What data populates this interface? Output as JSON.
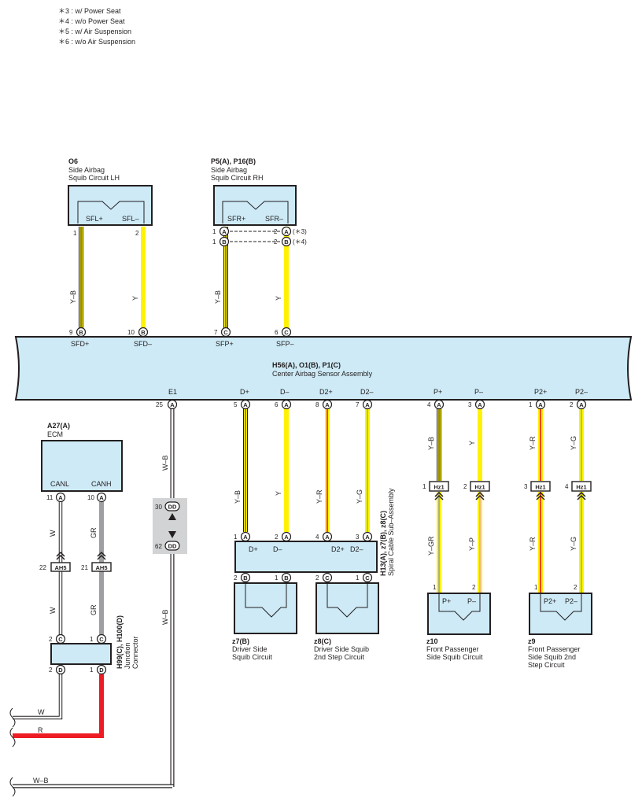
{
  "notes": [
    "＊3 : w/ Power Seat",
    "＊4 : w/o Power Seat",
    "＊5 : w/ Air Suspension",
    "＊6 : w/o Air Suspension"
  ],
  "components": {
    "o6": {
      "code": "O6",
      "name1": "Side Airbag",
      "name2": "Squib Circuit LH",
      "term1": "SFL+",
      "term2": "SFL–",
      "pin1": "1",
      "pin2": "2"
    },
    "p5": {
      "code": "P5(A), P16(B)",
      "name1": "Side Airbag",
      "name2": "Squib Circuit RH",
      "term1": "SFR+",
      "term2": "SFR–",
      "pinA1": "1",
      "pinA2": "2",
      "pinB1": "1",
      "pinB2": "2",
      "connA": "A",
      "connB": "B",
      "optA": "(＊3)",
      "optB": "(＊4)"
    },
    "center": {
      "code": "H56(A), O1(B), P1(C)",
      "name": "Center Airbag Sensor Assembly"
    },
    "ecm": {
      "code": "A27(A)",
      "name": "ECM",
      "term1": "CANL",
      "term2": "CANH",
      "pin1": "11",
      "pin2": "10"
    },
    "spiral": {
      "code": "H13(A), z7(B), z8(C)",
      "name": "Spiral Cable Sub–Assembly"
    },
    "z7": {
      "code": "z7(B)",
      "name1": "Driver Side",
      "name2": "Squib Circuit"
    },
    "z8": {
      "code": "z8(C)",
      "name1": "Driver Side Squib",
      "name2": "2nd Step Circuit"
    },
    "z10": {
      "code": "z10",
      "name1": "Front Passenger",
      "name2": "Side Squib Circuit",
      "term1": "P+",
      "term2": "P–"
    },
    "z9": {
      "code": "z9",
      "name1": "Front Passenger",
      "name2": "Side Squib 2nd",
      "name3": "Step Circuit",
      "term1": "P2+",
      "term2": "P2–"
    },
    "junction": {
      "code": "H99(C), H100(D)",
      "name1": "Junction",
      "name2": "Connector"
    }
  },
  "center_top_pins": [
    {
      "pin": "9",
      "conn": "B",
      "term": "SFD+"
    },
    {
      "pin": "10",
      "conn": "B",
      "term": "SFD–"
    },
    {
      "pin": "7",
      "conn": "C",
      "term": "SFP+"
    },
    {
      "pin": "6",
      "conn": "C",
      "term": "SFP–"
    }
  ],
  "center_bottom_pins": [
    {
      "pin": "25",
      "conn": "A",
      "term": "E1"
    },
    {
      "pin": "5",
      "conn": "A",
      "term": "D+"
    },
    {
      "pin": "6",
      "conn": "A",
      "term": "D–"
    },
    {
      "pin": "8",
      "conn": "A",
      "term": "D2+"
    },
    {
      "pin": "7",
      "conn": "A",
      "term": "D2–"
    },
    {
      "pin": "4",
      "conn": "A",
      "term": "P+"
    },
    {
      "pin": "3",
      "conn": "A",
      "term": "P–"
    },
    {
      "pin": "1",
      "conn": "A",
      "term": "P2+"
    },
    {
      "pin": "2",
      "conn": "A",
      "term": "P2–"
    }
  ],
  "wire_colors": {
    "o6_1": "Y–B",
    "o6_2": "Y",
    "p5_1": "Y–B",
    "p5_2": "Y",
    "e1": "W–B",
    "d_plus": "Y–B",
    "d_minus": "Y",
    "d2_plus": "Y–R",
    "d2_minus": "Y–G",
    "p_plus_top": "Y–B",
    "p_minus_top": "Y",
    "p2_plus_top": "Y–R",
    "p2_minus_top": "Y–G",
    "p_plus_bot": "Y–GR",
    "p_minus_bot": "Y–P",
    "p2_plus_bot": "Y–R",
    "p2_minus_bot": "Y–G",
    "canl_top": "W",
    "canh_top": "GR",
    "canl_mid": "W",
    "canh_mid": "GR",
    "bottom_w": "W",
    "bottom_r": "R",
    "bottom_wb": "W–B",
    "e1_lower": "W–B"
  },
  "connectors": {
    "hz1": "Hz1",
    "ah5": "AH5",
    "dd": "DD",
    "dd_pin1": "30",
    "dd_pin2": "62",
    "ah5_pin1": "22",
    "ah5_pin2": "21",
    "hz_pins": [
      "1",
      "2",
      "3",
      "4"
    ]
  },
  "spiral_pins": {
    "top": [
      {
        "pin": "1",
        "c": "A",
        "t": "D+"
      },
      {
        "pin": "2",
        "c": "A",
        "t": "D–"
      },
      {
        "pin": "4",
        "c": "A",
        "t": "D2+"
      },
      {
        "pin": "3",
        "c": "A",
        "t": "D2–"
      }
    ],
    "bottom": [
      {
        "pin": "2",
        "c": "B"
      },
      {
        "pin": "1",
        "c": "B"
      },
      {
        "pin": "2",
        "c": "C"
      },
      {
        "pin": "1",
        "c": "C"
      }
    ]
  },
  "junction_pins": {
    "top": [
      {
        "pin": "2",
        "c": "C"
      },
      {
        "pin": "1",
        "c": "C"
      }
    ],
    "bottom": [
      {
        "pin": "2",
        "c": "D"
      },
      {
        "pin": "1",
        "c": "D"
      }
    ]
  },
  "squib_pins": {
    "z10": [
      "1",
      "2"
    ],
    "z9": [
      "1",
      "2"
    ]
  },
  "colors": {
    "box_fill": "#cdeaf6",
    "yellow": "#fff200",
    "red": "#ed1c24",
    "green": "#8dc63f",
    "gray": "#9d9fa2",
    "black": "#231f20"
  }
}
